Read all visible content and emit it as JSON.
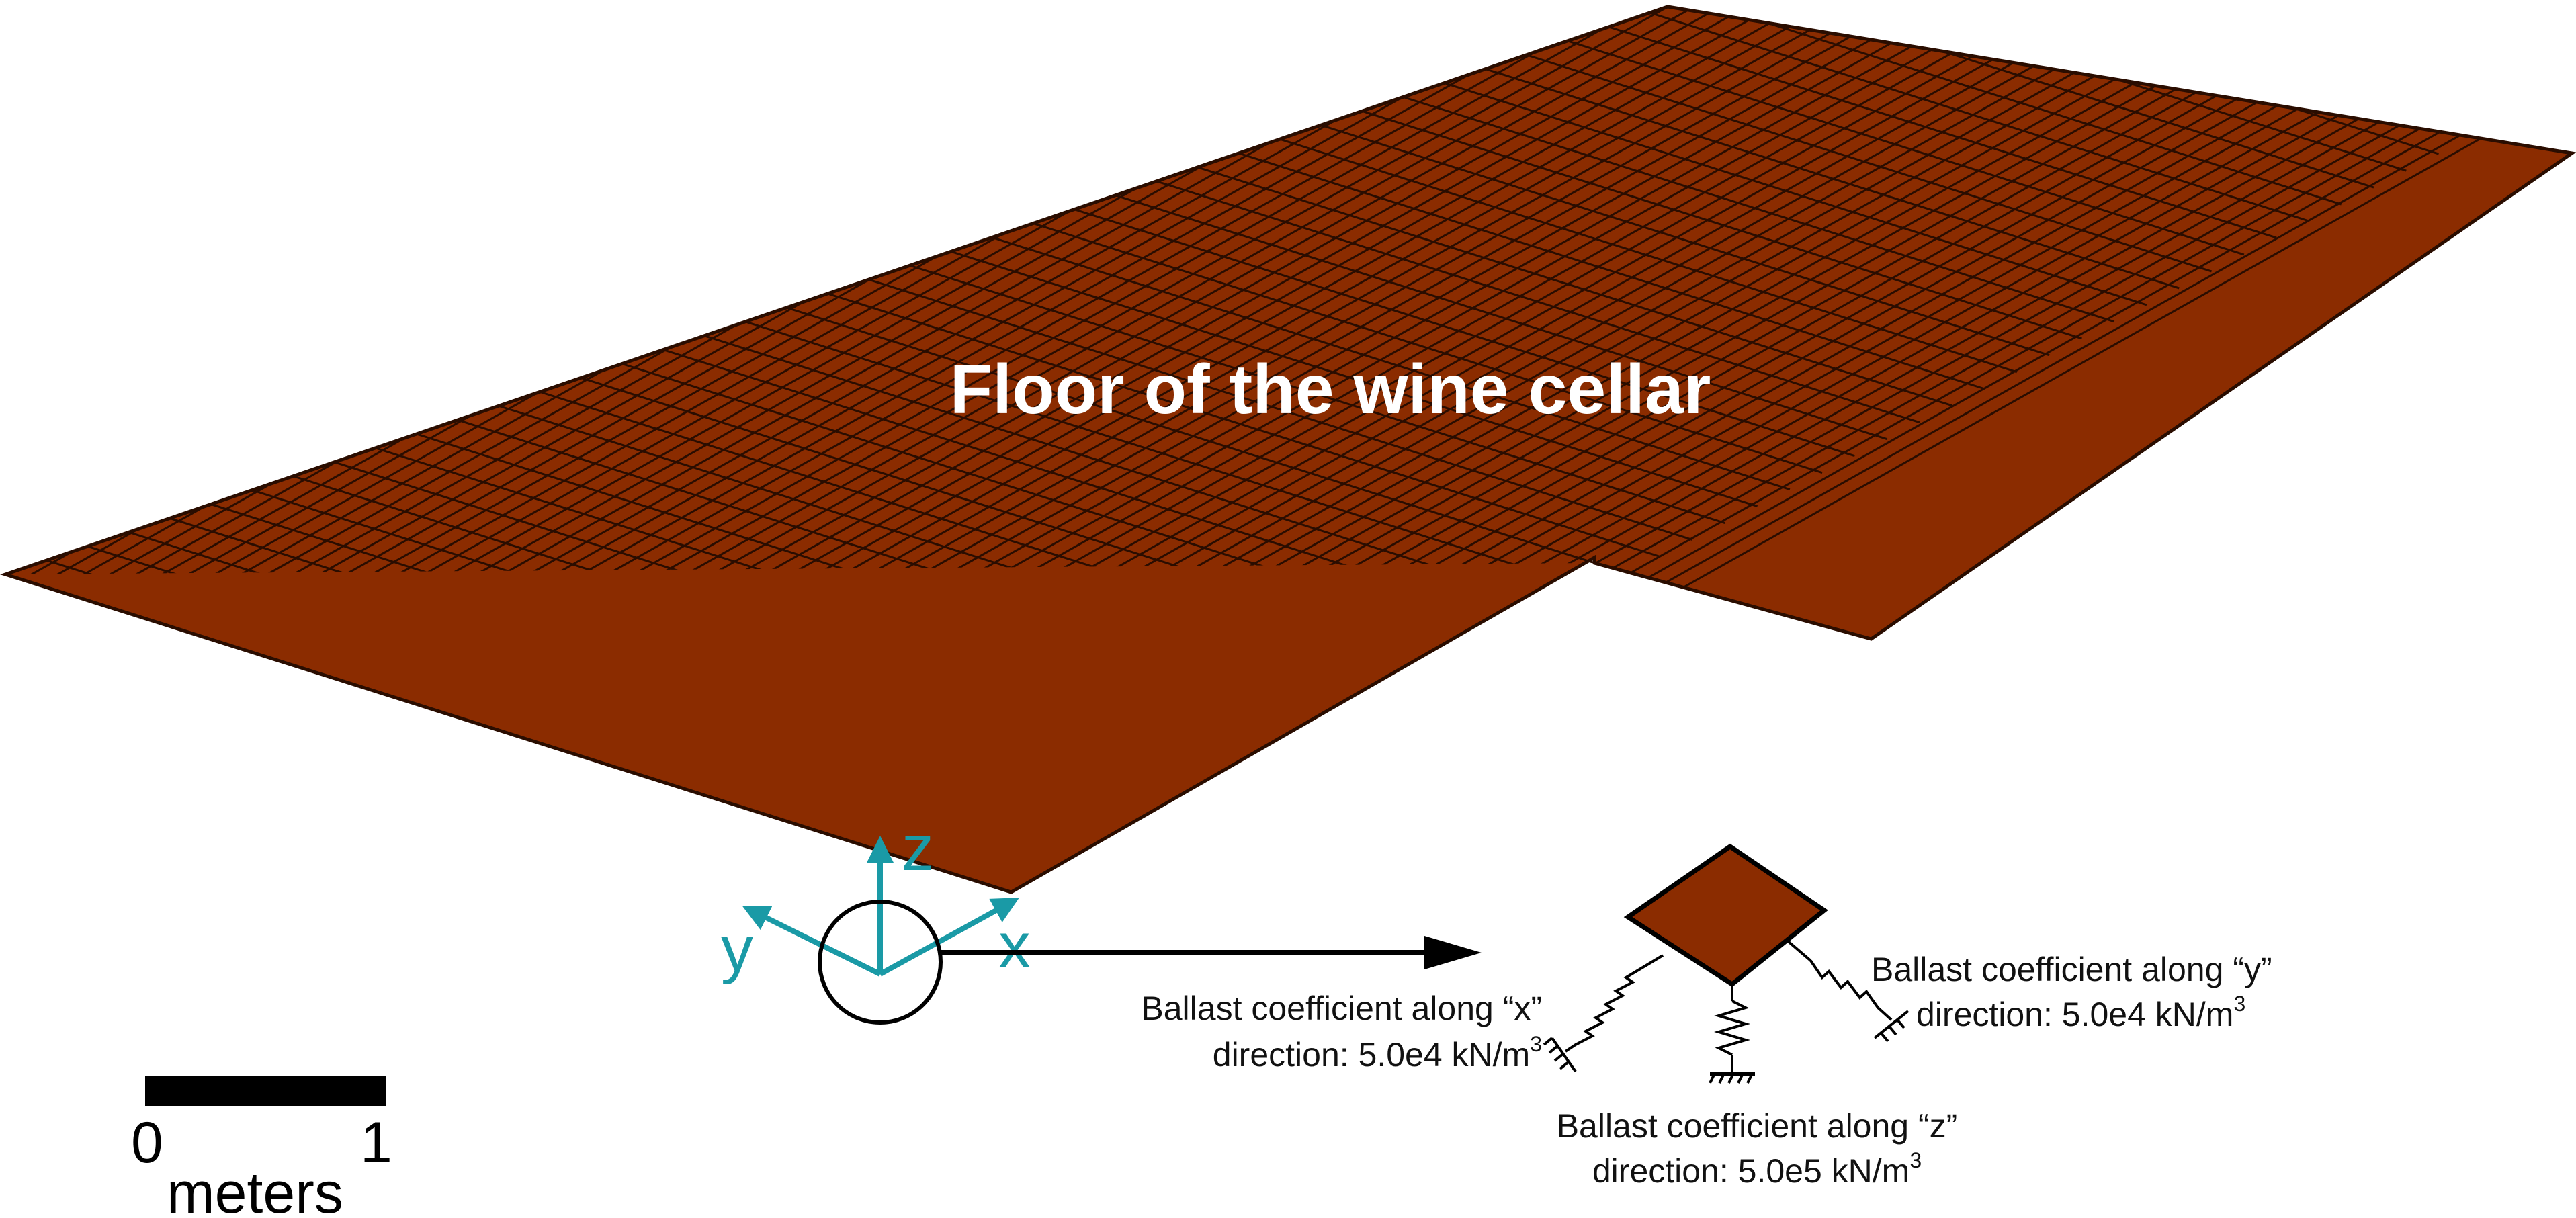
{
  "diagram": {
    "title": "Floor of the wine cellar",
    "axes": {
      "x": "x",
      "y": "y",
      "z": "z"
    },
    "ballast": {
      "x": {
        "line1": "Ballast coefficient along “x”",
        "line2": "direction: 5.0e4 kN/m",
        "exp": "3"
      },
      "y": {
        "line1": "Ballast coefficient along “y”",
        "line2": "direction: 5.0e4 kN/m",
        "exp": "3"
      },
      "z": {
        "line1": "Ballast coefficient along “z”",
        "line2": "direction: 5.0e5 kN/m",
        "exp": "3"
      }
    },
    "scale_bar": {
      "start": "0",
      "end": "1",
      "unit": "meters"
    },
    "colors": {
      "slab": "#8b2c00",
      "mesh_line": "#2a0d00",
      "axes": "#1a9aa6",
      "text": "#111111"
    }
  }
}
